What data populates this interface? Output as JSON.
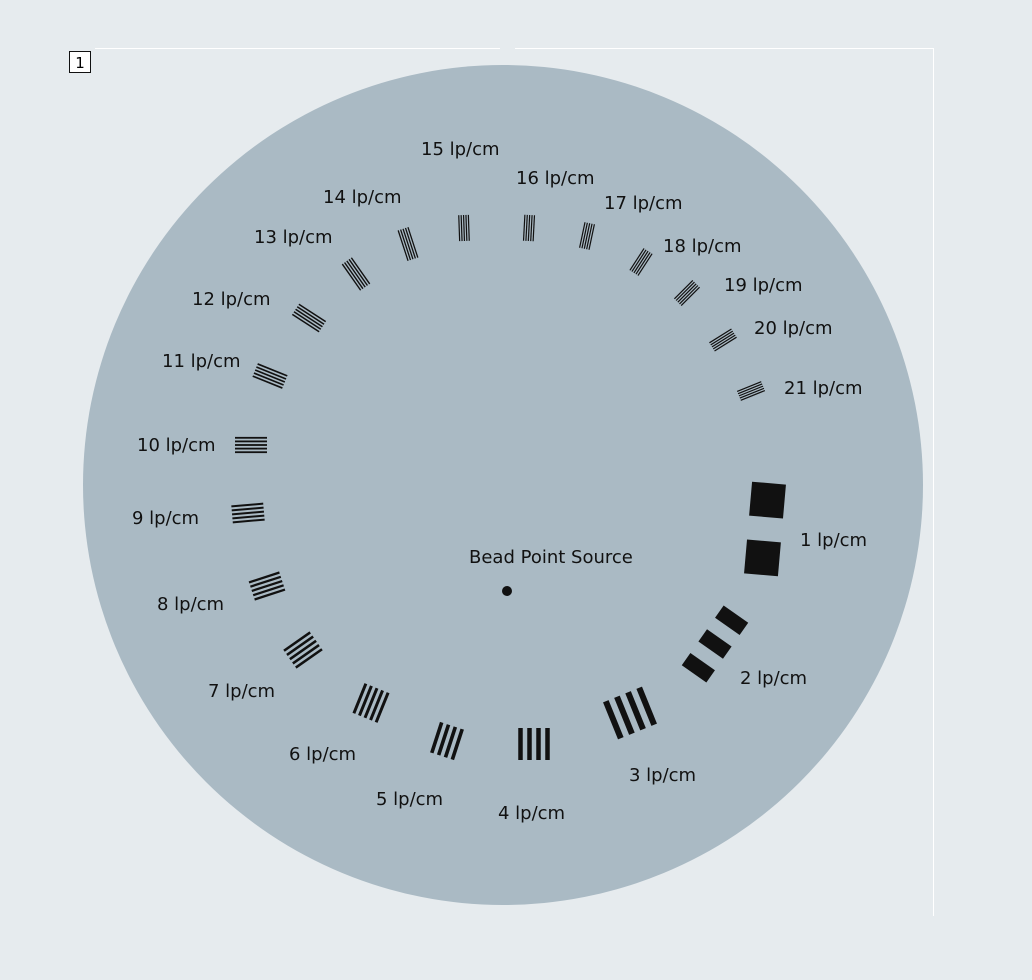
{
  "figure_number": "1",
  "center_label": "Bead Point Source",
  "colors": {
    "phantom": "#aabac4",
    "background": "#e6ebee",
    "bars": "#111111"
  },
  "groups": [
    {
      "lp_per_cm": 1,
      "label": "1 lp/cm"
    },
    {
      "lp_per_cm": 2,
      "label": "2 lp/cm"
    },
    {
      "lp_per_cm": 3,
      "label": "3 lp/cm"
    },
    {
      "lp_per_cm": 4,
      "label": "4 lp/cm"
    },
    {
      "lp_per_cm": 5,
      "label": "5 lp/cm"
    },
    {
      "lp_per_cm": 6,
      "label": "6 lp/cm"
    },
    {
      "lp_per_cm": 7,
      "label": "7 lp/cm"
    },
    {
      "lp_per_cm": 8,
      "label": "8 lp/cm"
    },
    {
      "lp_per_cm": 9,
      "label": "9 lp/cm"
    },
    {
      "lp_per_cm": 10,
      "label": "10 lp/cm"
    },
    {
      "lp_per_cm": 11,
      "label": "11 lp/cm"
    },
    {
      "lp_per_cm": 12,
      "label": "12 lp/cm"
    },
    {
      "lp_per_cm": 13,
      "label": "13 lp/cm"
    },
    {
      "lp_per_cm": 14,
      "label": "14 lp/cm"
    },
    {
      "lp_per_cm": 15,
      "label": "15 lp/cm"
    },
    {
      "lp_per_cm": 16,
      "label": "16 lp/cm"
    },
    {
      "lp_per_cm": 17,
      "label": "17 lp/cm"
    },
    {
      "lp_per_cm": 18,
      "label": "18 lp/cm"
    },
    {
      "lp_per_cm": 19,
      "label": "19 lp/cm"
    },
    {
      "lp_per_cm": 20,
      "label": "20 lp/cm"
    },
    {
      "lp_per_cm": 21,
      "label": "21 lp/cm"
    }
  ]
}
